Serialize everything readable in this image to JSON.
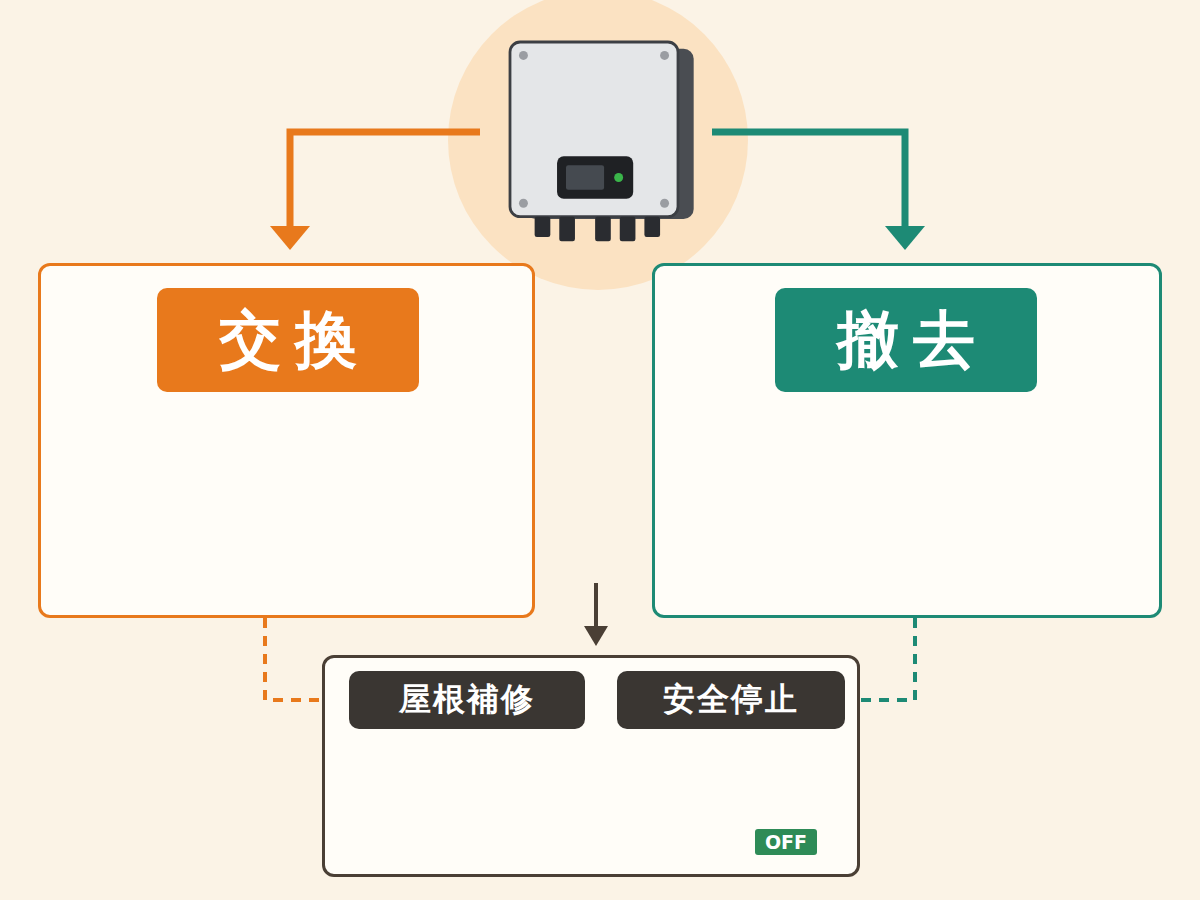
{
  "diagram": {
    "nodes": [
      {
        "text": [
          "交換"
        ]
      },
      {
        "text": [
          "撤去"
        ]
      },
      {
        "text": [
          "屋根補修",
          "安全停止"
        ]
      }
    ],
    "edges": [
      {
        "from": 0,
        "to": 2,
        "arrow": "none"
      },
      {
        "from": 1,
        "to": 2,
        "arrow": "none"
      }
    ],
    "labels": [
      "OFF"
    ]
  }
}
